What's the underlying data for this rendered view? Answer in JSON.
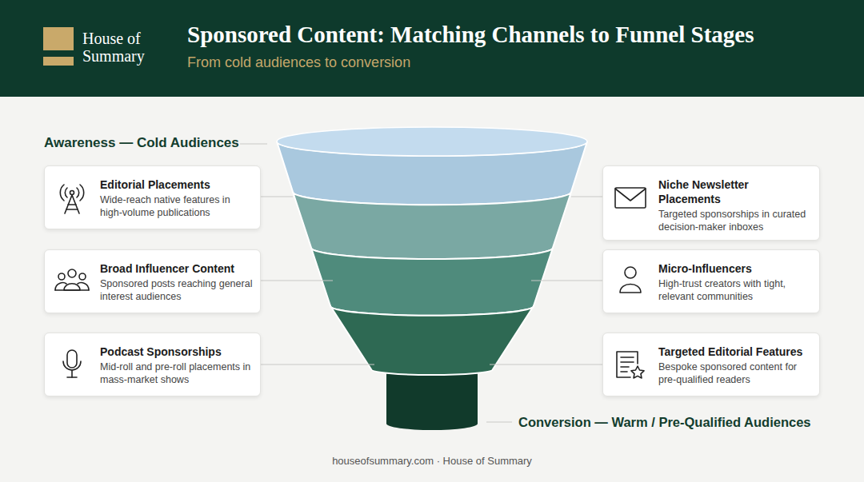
{
  "diagram": {
    "title": "Sponsored Content: Matching Channels to Funnel Stages",
    "nodes": [
      {
        "text": [
          "Editorial Placements",
          "Wide-reach native features in high-volume publications"
        ]
      },
      {
        "text": [
          "Broad Influencer Content",
          "Sponsored posts reaching general interest audiences"
        ]
      },
      {
        "text": [
          "Podcast Sponsorships",
          "Mid-roll and pre-roll placements in mass-market shows"
        ]
      },
      {
        "text": [
          "Niche Newsletter Placements",
          "Targeted sponsorships in curated decision-maker inboxes"
        ]
      },
      {
        "text": [
          "Micro-Influencers",
          "High-trust creators with tight, relevant communities"
        ]
      },
      {
        "text": [
          "Targeted Editorial Features",
          "Bespoke sponsored content for pre-qualified readers"
        ]
      }
    ],
    "labels": [
      "House of Summary",
      "From cold audiences to conversion",
      "Awareness — Cold Audiences",
      "Conversion — Warm / Pre-Qualified Audiences",
      "houseofsummary.com · House of Summary"
    ]
  }
}
